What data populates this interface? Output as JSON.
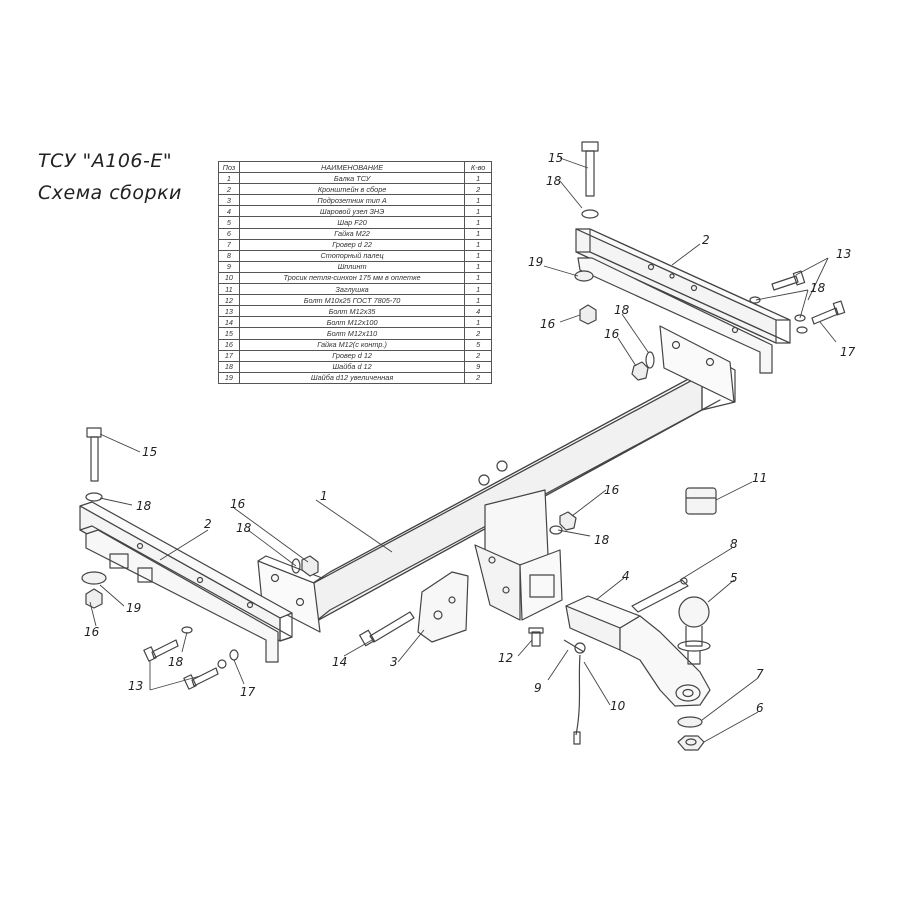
{
  "title": {
    "line1": "ТСУ \"А106-Е\"",
    "line2": "Схема сборки"
  },
  "table": {
    "headers": {
      "pos": "Поз",
      "name": "НАИМЕНОВАНИЕ",
      "qty": "К-во"
    },
    "rows": [
      {
        "pos": "1",
        "name": "Балка ТСУ",
        "qty": "1"
      },
      {
        "pos": "2",
        "name": "Кронштейн в сборе",
        "qty": "2"
      },
      {
        "pos": "3",
        "name": "Подрозетник тип А",
        "qty": "1"
      },
      {
        "pos": "4",
        "name": "Шаровой узел ЗНЭ",
        "qty": "1"
      },
      {
        "pos": "5",
        "name": "Шар F20",
        "qty": "1"
      },
      {
        "pos": "6",
        "name": "Гайка М22",
        "qty": "1"
      },
      {
        "pos": "7",
        "name": "Гровер d 22",
        "qty": "1"
      },
      {
        "pos": "8",
        "name": "Стопорный палец",
        "qty": "1"
      },
      {
        "pos": "9",
        "name": "Шплинт",
        "qty": "1"
      },
      {
        "pos": "10",
        "name": "Тросик петля-синхон 175 мм в оплетке",
        "qty": "1"
      },
      {
        "pos": "11",
        "name": "Заглушка",
        "qty": "1"
      },
      {
        "pos": "12",
        "name": "Болт М10х25 ГОСТ 7805-70",
        "qty": "1"
      },
      {
        "pos": "13",
        "name": "Болт М12х35",
        "qty": "4"
      },
      {
        "pos": "14",
        "name": "Болт М12х100",
        "qty": "1"
      },
      {
        "pos": "15",
        "name": "Болт М12х110",
        "qty": "2"
      },
      {
        "pos": "16",
        "name": "Гайка М12(с контр.)",
        "qty": "5"
      },
      {
        "pos": "17",
        "name": "Гровер d 12",
        "qty": "2"
      },
      {
        "pos": "18",
        "name": "Шайба d 12",
        "qty": "9"
      },
      {
        "pos": "19",
        "name": "Шайба d12 увеличенная",
        "qty": "2"
      }
    ]
  },
  "callouts": {
    "c15a": "15",
    "c18a": "18",
    "c2a": "2",
    "c13a": "13",
    "c18b": "18",
    "c17a": "17",
    "c19a": "19",
    "c16a": "16",
    "c18c": "18",
    "c16b": "16",
    "c15b": "15",
    "c18d": "18",
    "c16c": "16",
    "c18e": "18",
    "c2b": "2",
    "c1": "1",
    "c19b": "19",
    "c16d": "16",
    "c18f": "18",
    "c13b": "13",
    "c17b": "17",
    "c14": "14",
    "c3": "3",
    "c16e": "16",
    "c18g": "18",
    "c11": "11",
    "c8": "8",
    "c4": "4",
    "c5": "5",
    "c12": "12",
    "c9": "9",
    "c10": "10",
    "c7": "7",
    "c6": "6"
  }
}
